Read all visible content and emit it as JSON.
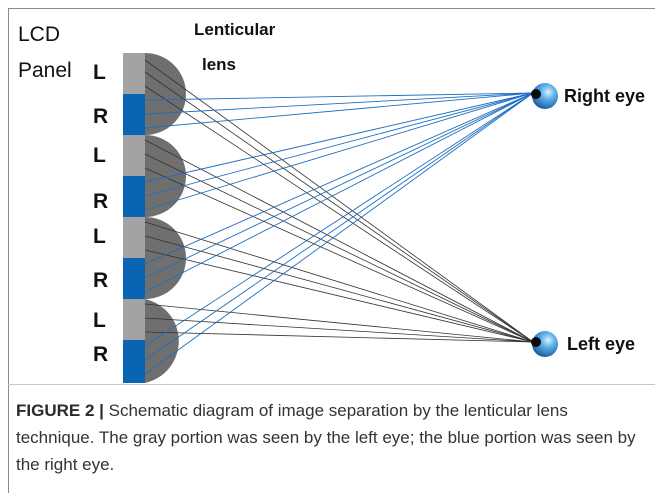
{
  "diagram": {
    "panel_label_line1": "LCD",
    "panel_label_line2": "Panel",
    "lens_label_line1": "Lenticular",
    "lens_label_line2": "lens",
    "pixel_labels": [
      "L",
      "R",
      "L",
      "R",
      "L",
      "R",
      "L",
      "R"
    ],
    "right_eye_label": "Right eye",
    "left_eye_label": "Left eye"
  },
  "caption": {
    "label": "FIGURE 2 |",
    "text": " Schematic diagram of image separation by the lenticular lens technique. The gray portion was seen by the left eye; the blue portion was seen by the right eye."
  },
  "colors": {
    "left_pixel": "#a3a3a3",
    "right_pixel": "#0a64b4",
    "lens": "#6f6f6f",
    "left_ray": "#333333",
    "right_ray": "#1f6fc0",
    "eye": "#2c8fd8"
  }
}
